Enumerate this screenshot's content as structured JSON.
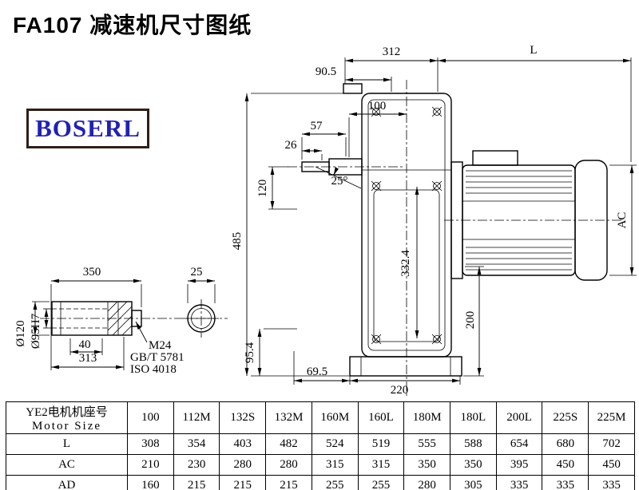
{
  "page": {
    "title": "FA107 减速机尺寸图纸",
    "logo_text": "BOSERL"
  },
  "drawing": {
    "dims": {
      "top_width": "312",
      "motor_length": "L",
      "d90_5": "90.5",
      "d100": "100",
      "d57": "57",
      "d26": "26",
      "d120": "120",
      "angle25": "25°",
      "d485": "485",
      "d332_4": "332.4",
      "ac": "AC",
      "d200": "200",
      "d95_4": "95.4",
      "d69_5": "69.5",
      "d220": "220",
      "d350": "350",
      "d25": "25",
      "d40": "40",
      "d313": "313",
      "dia120": "Ø120",
      "dia95h7": "Ø95H7",
      "thread": "M24",
      "std1": "GB/T 5781",
      "std2": "ISO 4018"
    }
  },
  "table": {
    "header": {
      "cn": "YE2电机机座号",
      "en": "Motor Size"
    },
    "motor_sizes": [
      "100",
      "112M",
      "132S",
      "132M",
      "160M",
      "160L",
      "180M",
      "180L",
      "200L",
      "225S",
      "225M"
    ],
    "rows": [
      {
        "label": "L",
        "values": [
          "308",
          "354",
          "403",
          "482",
          "524",
          "519",
          "555",
          "588",
          "654",
          "680",
          "702"
        ]
      },
      {
        "label": "AC",
        "values": [
          "210",
          "230",
          "280",
          "280",
          "315",
          "315",
          "350",
          "350",
          "395",
          "450",
          "450"
        ]
      },
      {
        "label": "AD",
        "values": [
          "160",
          "215",
          "215",
          "215",
          "255",
          "255",
          "280",
          "305",
          "335",
          "335",
          "335"
        ]
      }
    ]
  }
}
